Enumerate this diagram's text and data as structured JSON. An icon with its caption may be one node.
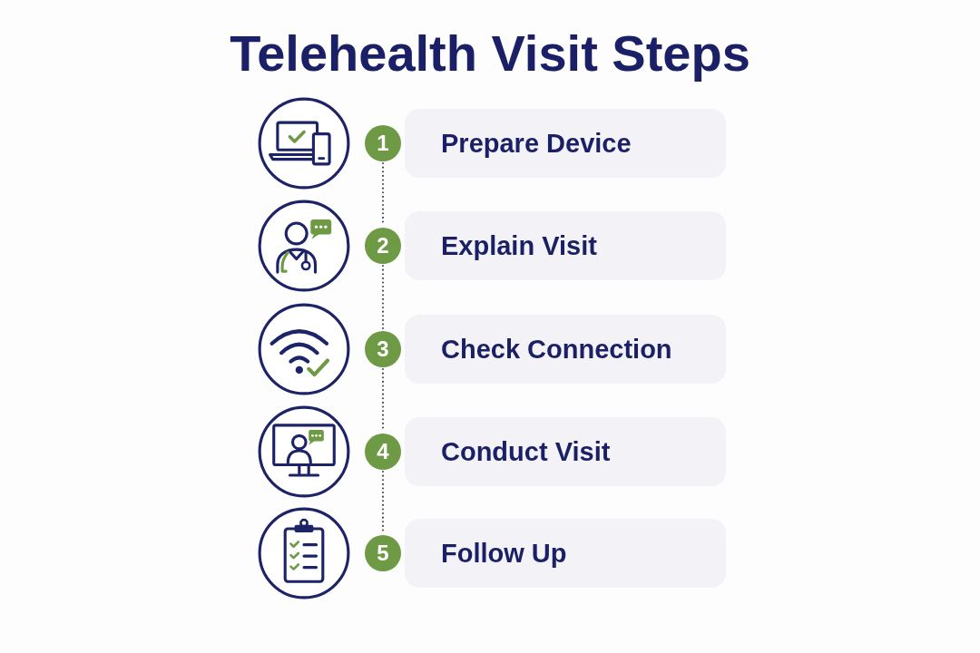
{
  "diagram": {
    "title": "Telehealth Visit Steps",
    "nodes": [
      {
        "text": [],
        "shape": "picture"
      },
      {
        "text": [
          "1"
        ]
      },
      {
        "text": [
          "Prepare Device"
        ]
      },
      {
        "text": [],
        "shape": "picture"
      },
      {
        "text": [
          "2"
        ]
      },
      {
        "text": [
          "Explain Visit"
        ]
      },
      {
        "text": [],
        "shape": "picture"
      },
      {
        "text": [
          "3"
        ]
      },
      {
        "text": [
          "Check Connection"
        ]
      },
      {
        "text": [],
        "shape": "picture"
      },
      {
        "text": [
          "4"
        ]
      },
      {
        "text": [
          "Conduct Visit"
        ]
      },
      {
        "text": [],
        "shape": "picture"
      },
      {
        "text": [
          "5"
        ]
      },
      {
        "text": [
          "Follow Up"
        ]
      }
    ],
    "edges": [
      {
        "from": 1,
        "to": 4,
        "arrow": "none",
        "style": "dashed"
      },
      {
        "from": 4,
        "to": 7,
        "arrow": "none",
        "style": "dashed"
      },
      {
        "from": 7,
        "to": 10,
        "arrow": "none",
        "style": "dashed"
      },
      {
        "from": 10,
        "to": 13,
        "arrow": "none",
        "style": "dashed"
      }
    ]
  }
}
